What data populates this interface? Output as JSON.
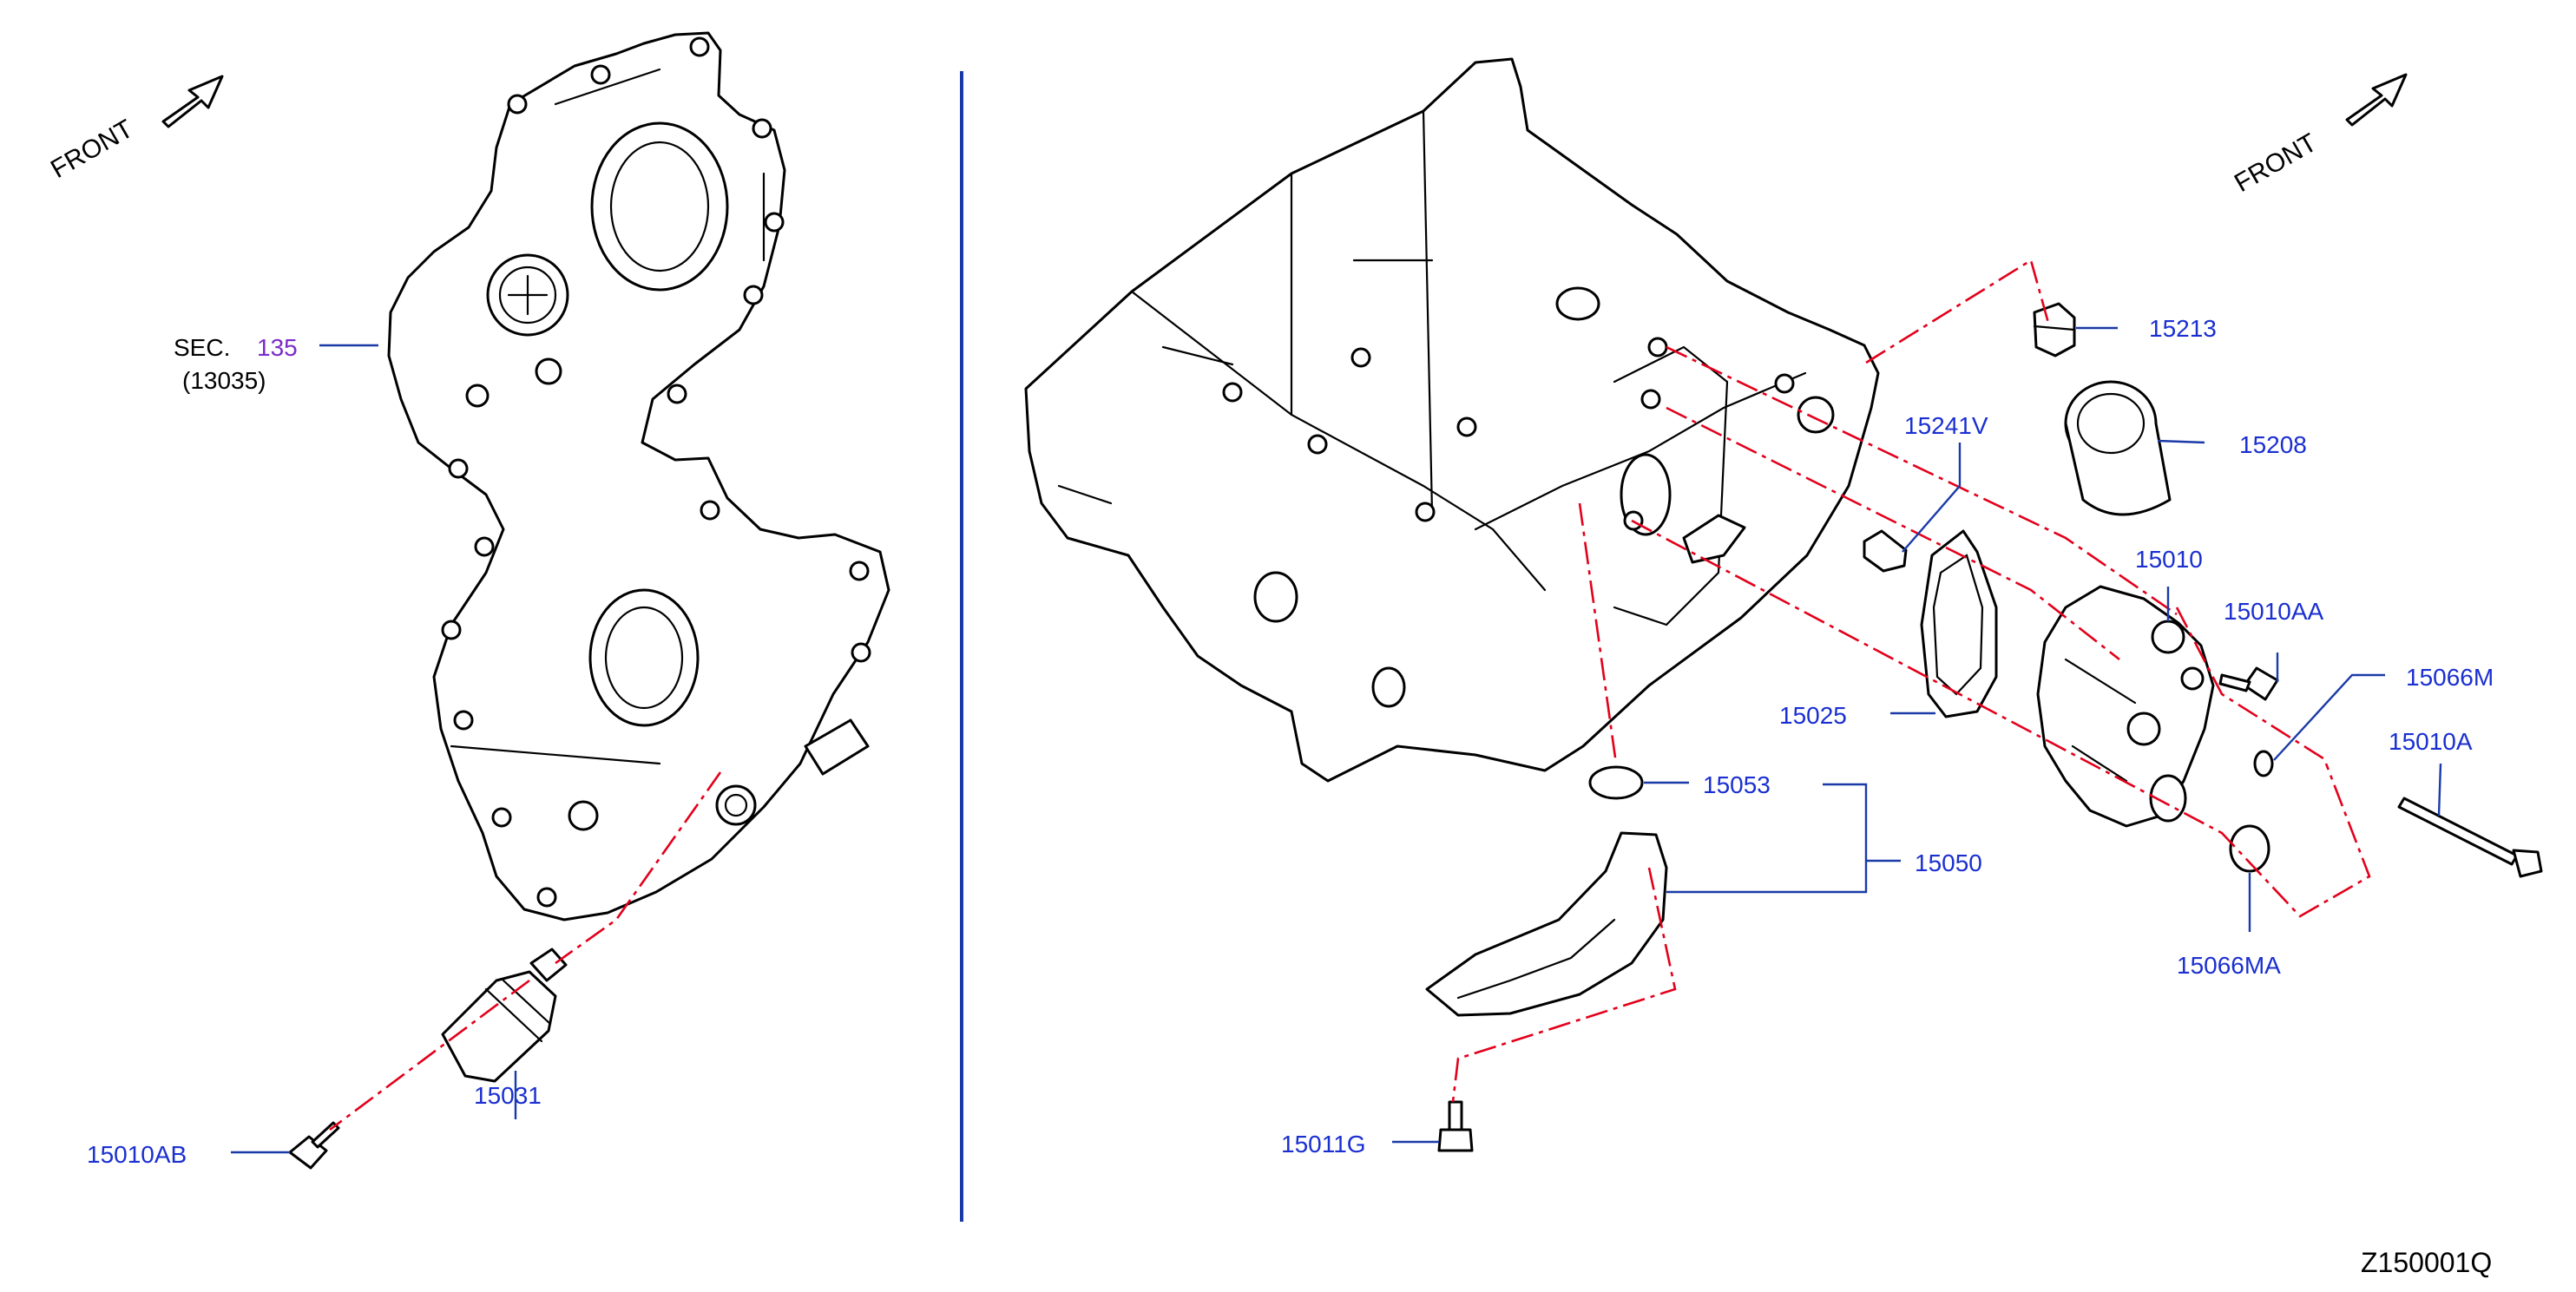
{
  "diagram": {
    "code": "Z150001Q",
    "front_left": "FRONT",
    "front_right": "FRONT",
    "sec": {
      "prefix": "SEC.",
      "number": "135",
      "sub": "(13035)"
    },
    "callouts": {
      "p15213": "15213",
      "p15208": "15208",
      "p15241V": "15241V",
      "p15010": "15010",
      "p15010AA": "15010AA",
      "p15066M": "15066M",
      "p15010A": "15010A",
      "p15025": "15025",
      "p15053": "15053",
      "p15050": "15050",
      "p15066MA": "15066MA",
      "p15011G": "15011G",
      "p15031": "15031",
      "p15010AB": "15010AB"
    },
    "colors": {
      "callout": "#1a2fd0",
      "leader": "#1a3aa8",
      "divider": "#1a3aa8",
      "dash": "#e3001b",
      "sec_number": "#7a2cc9"
    }
  }
}
